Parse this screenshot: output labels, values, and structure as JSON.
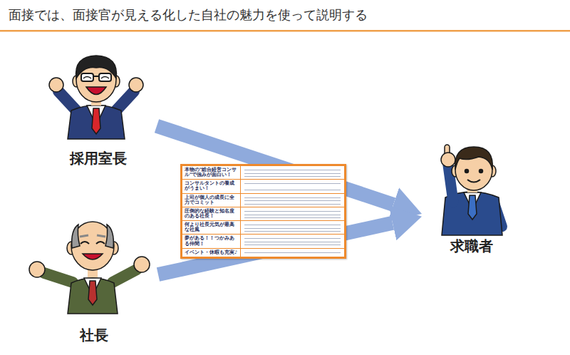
{
  "diagram": {
    "title": "面接では、面接官が見える化した自社の魅力を使って説明する",
    "nodes": [
      {
        "text": [
          "採用室長"
        ]
      },
      {
        "text": [
          "社長"
        ]
      },
      {
        "text": [
          "本物の\"総合経営コンサル\"で強みが面白い！",
          "コンサルタントの養成がうまい！",
          "上司が個人の成長に全力でコミット",
          "圧倒的な経験と知名度のある社長！",
          "何より社長元気が最高な社風",
          "夢がある！！つかみある仲間！",
          "イベント・休暇も充実♪"
        ]
      },
      {
        "text": [
          "求職者"
        ]
      }
    ],
    "edges": [
      {
        "from": 0,
        "to": 3,
        "arrow": "to"
      },
      {
        "from": 1,
        "to": 3,
        "arrow": "to"
      }
    ]
  }
}
